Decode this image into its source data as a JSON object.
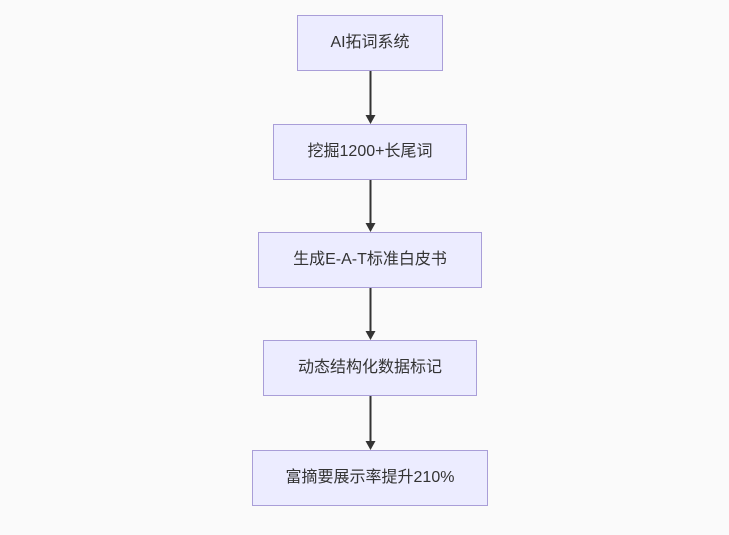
{
  "page": {
    "background_color": "#FAFAFA"
  },
  "flowchart": {
    "type": "flowchart-top-down",
    "direction": "TD",
    "colors": {
      "node_fill": "#ECECFF",
      "node_border": "#A99ED8",
      "node_text": "#333333",
      "arrow": "#333333"
    },
    "nodes": [
      {
        "id": "n1",
        "label": "AI拓词系统"
      },
      {
        "id": "n2",
        "label": "挖掘1200+长尾词"
      },
      {
        "id": "n3",
        "label": "生成E-A-T标准白皮书"
      },
      {
        "id": "n4",
        "label": "动态结构化数据标记"
      },
      {
        "id": "n5",
        "label": "富摘要展示率提升210%"
      }
    ],
    "edges": [
      {
        "from": "n1",
        "to": "n2"
      },
      {
        "from": "n2",
        "to": "n3"
      },
      {
        "from": "n3",
        "to": "n4"
      },
      {
        "from": "n4",
        "to": "n5"
      }
    ]
  }
}
